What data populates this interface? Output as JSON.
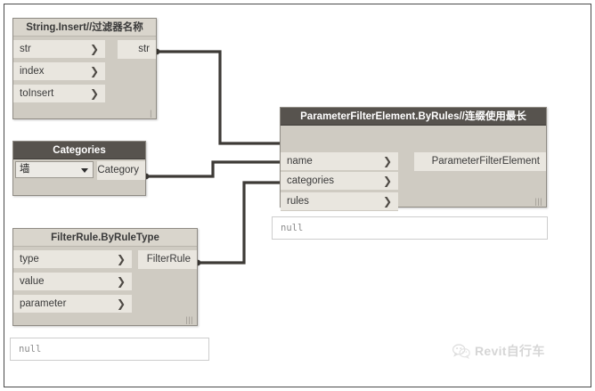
{
  "app": {
    "canvas_background": "#ffffff",
    "border_color": "#4a4a4a",
    "node_body_color": "#cfcbc2",
    "node_port_color": "#e9e6df",
    "header_dark_color": "#57534e",
    "header_light_color": "#d9d5cc",
    "wire_color": "#3d3a36"
  },
  "nodes": {
    "string_insert": {
      "title": "String.Insert//过滤器名称",
      "header_style": "light",
      "inputs": [
        {
          "label": "str",
          "chevron": "❯"
        },
        {
          "label": "index",
          "chevron": "❯"
        },
        {
          "label": "toInsert",
          "chevron": "❯"
        }
      ],
      "outputs": [
        {
          "label": "str"
        }
      ],
      "grip": "|"
    },
    "categories": {
      "title": "Categories",
      "header_style": "dark",
      "dropdown_value": "墙",
      "outputs": [
        {
          "label": "Category"
        }
      ]
    },
    "filterrule_byruletype": {
      "title": "FilterRule.ByRuleType",
      "header_style": "light",
      "inputs": [
        {
          "label": "type",
          "chevron": "❯"
        },
        {
          "label": "value",
          "chevron": "❯"
        },
        {
          "label": "parameter",
          "chevron": "❯"
        }
      ],
      "outputs": [
        {
          "label": "FilterRule"
        }
      ],
      "grip": "|||"
    },
    "parameterfilterelement_byrules": {
      "title": "ParameterFilterElement.ByRules//连缀使用最长",
      "header_style": "dark",
      "inputs": [
        {
          "label": "name",
          "chevron": "❯"
        },
        {
          "label": "categories",
          "chevron": "❯"
        },
        {
          "label": "rules",
          "chevron": "❯"
        }
      ],
      "outputs": [
        {
          "label": "ParameterFilterElement"
        }
      ],
      "grip": "|||"
    }
  },
  "previews": {
    "parameterfilterelement_result": "null",
    "filterrule_result": "null"
  },
  "watermark": {
    "text": "Revit自行车",
    "icon": "wechat-icon",
    "color": "#d6d6d6"
  },
  "connections": [
    {
      "from": "string_insert.str",
      "to": "parameterfilterelement_byrules.name"
    },
    {
      "from": "categories.Category",
      "to": "parameterfilterelement_byrules.categories"
    },
    {
      "from": "filterrule_byruletype.FilterRule",
      "to": "parameterfilterelement_byrules.rules"
    }
  ]
}
